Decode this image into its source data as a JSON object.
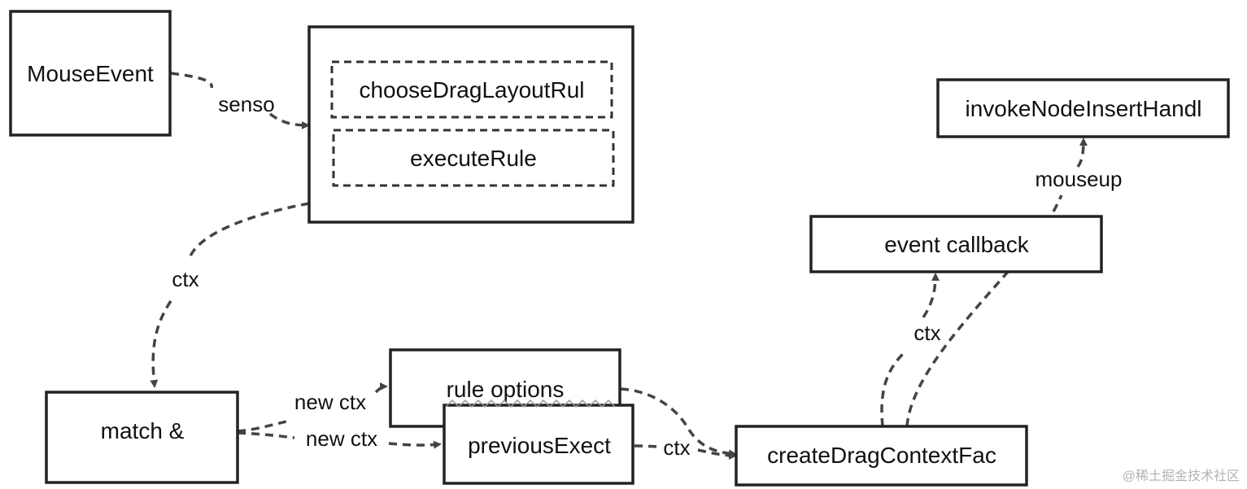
{
  "nodes": {
    "mouse_event": "MouseEvent",
    "rule_container_inner_1": "chooseDragLayoutRul",
    "rule_container_inner_2": "executeRule",
    "match": "match &",
    "rule_options": "rule options",
    "previous_exect": "previousExect",
    "create_drag_context": "createDragContextFac",
    "event_callback": "event callback",
    "invoke_node_insert": "invokeNodeInsertHandl"
  },
  "edges": {
    "senso": "senso",
    "ctx_down": "ctx",
    "new_ctx_1": "new ctx",
    "new_ctx_2": "new ctx",
    "ctx_right": "ctx",
    "ctx_up": "ctx",
    "mouseup": "mouseup"
  },
  "watermark": "@稀土掘金技术社区",
  "colors": {
    "stroke": "#222222",
    "edge": "#444444",
    "background": "#ffffff"
  }
}
